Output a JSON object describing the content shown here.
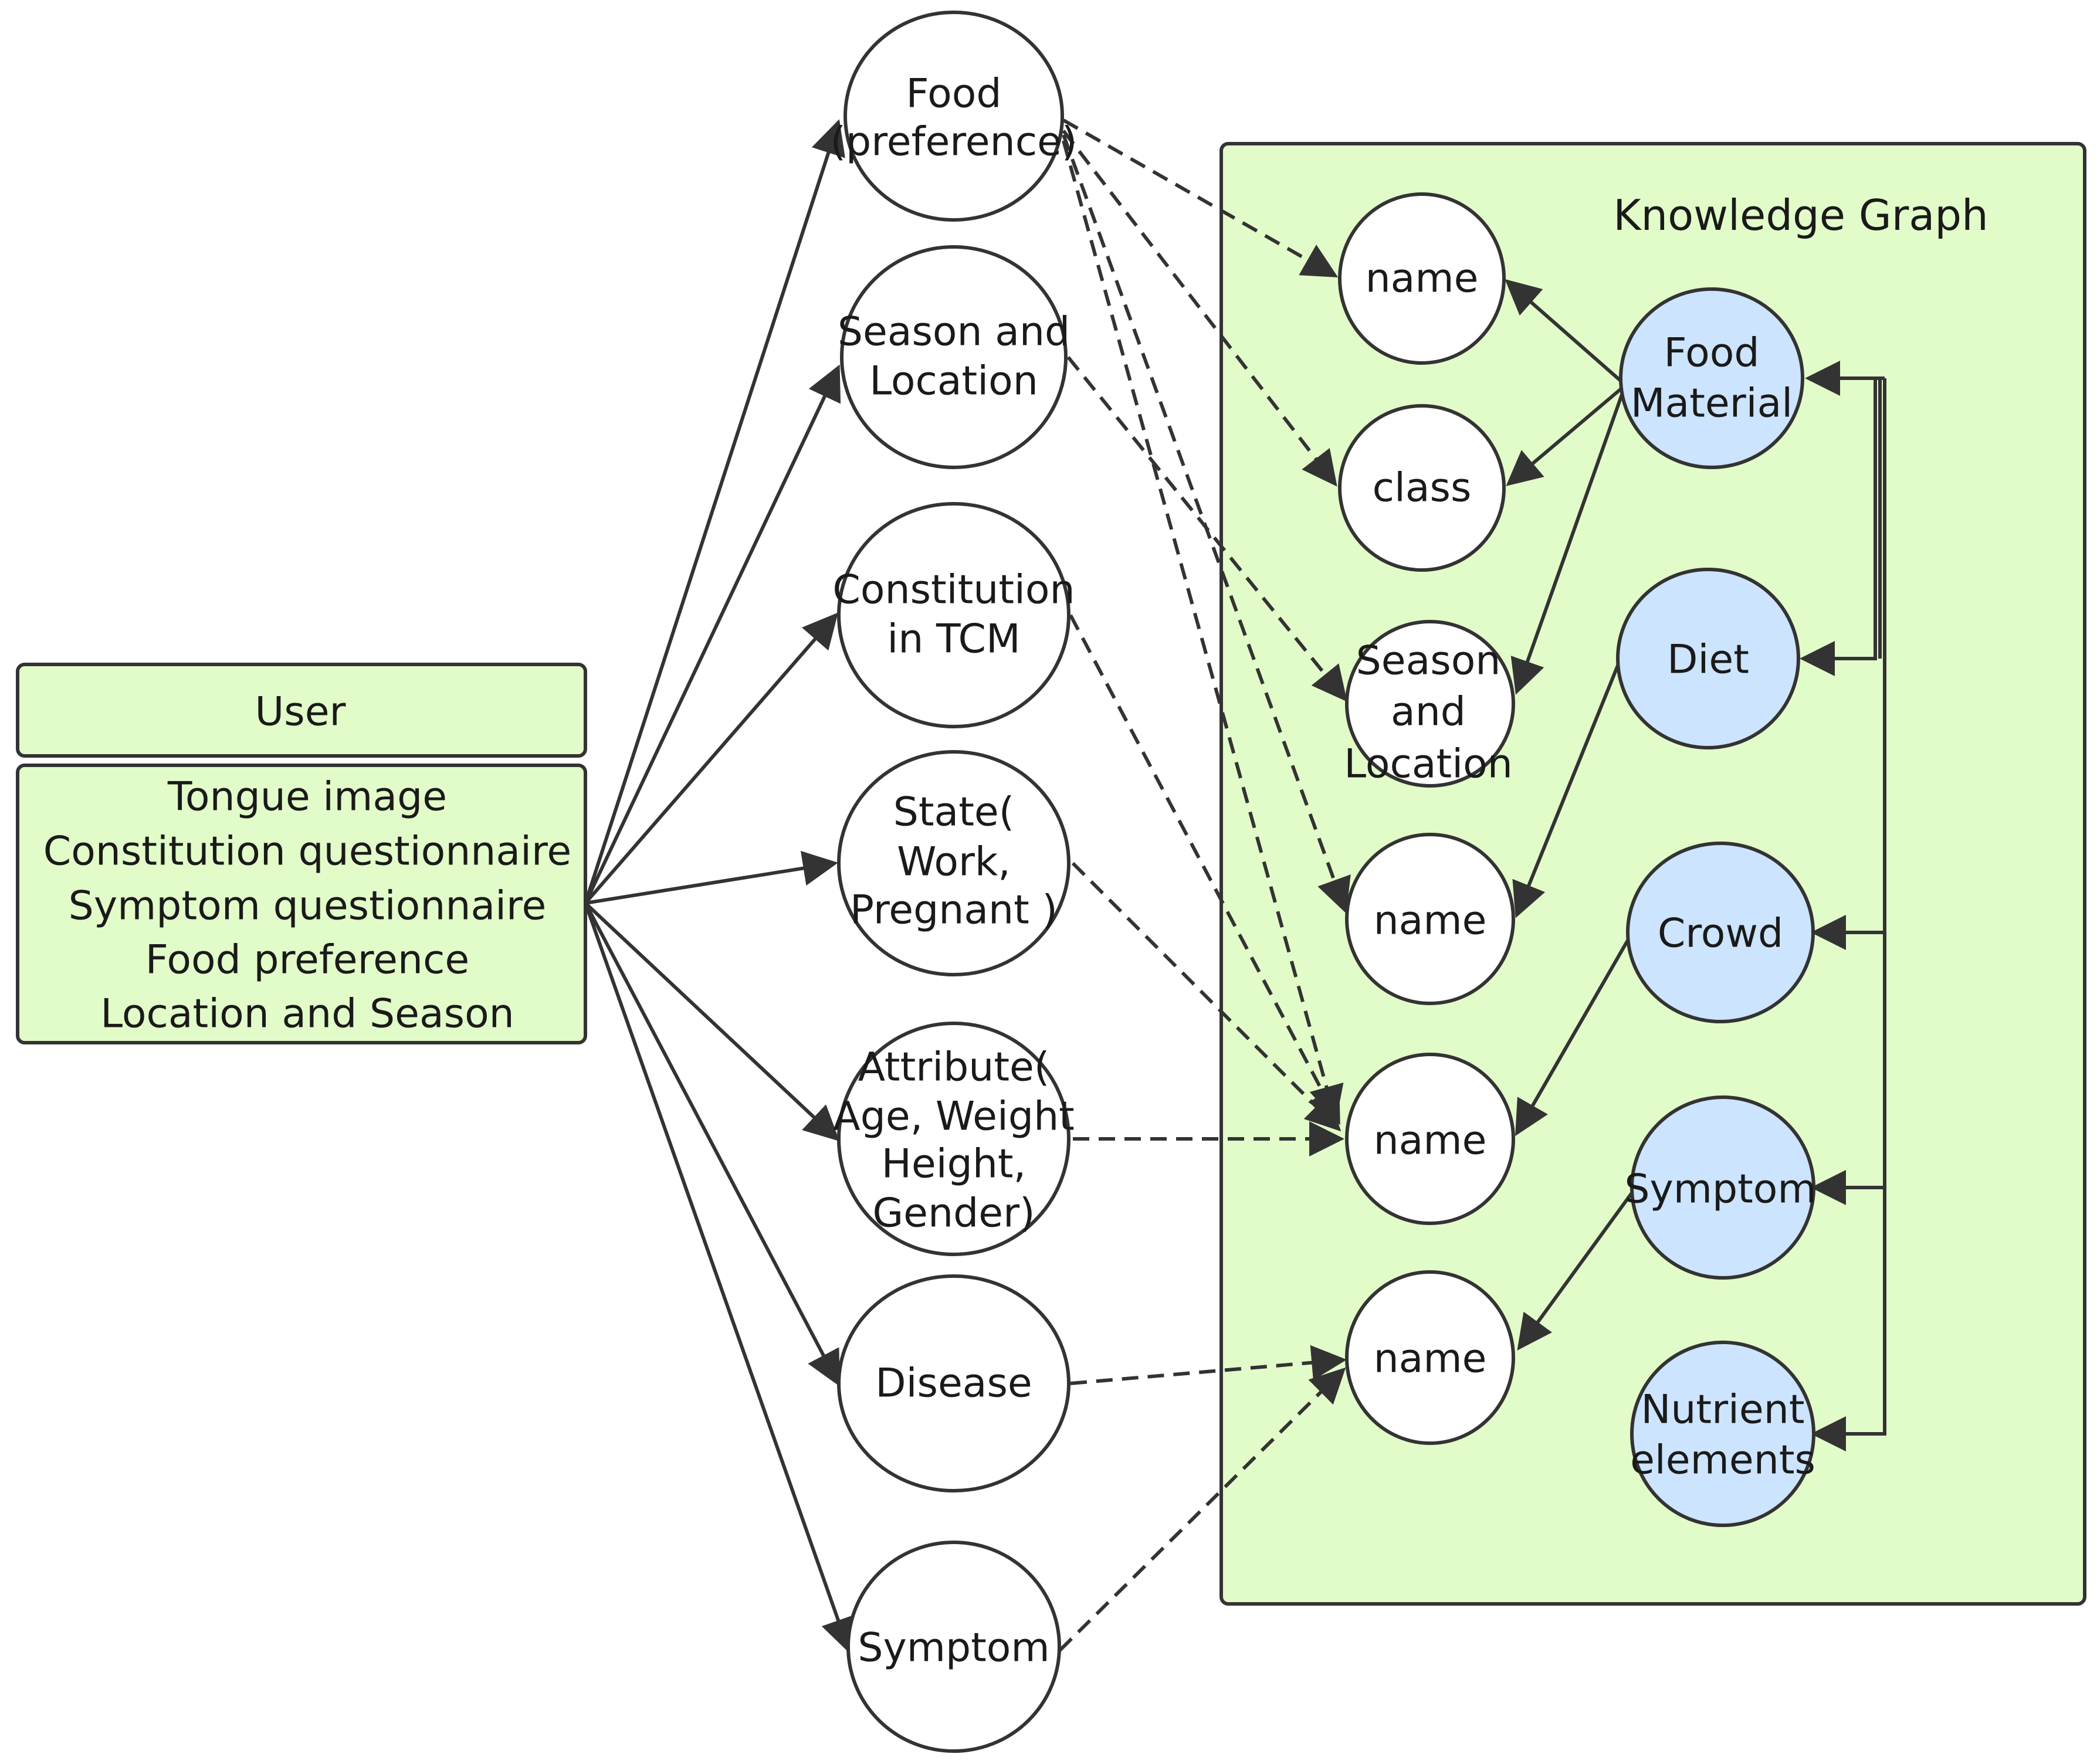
{
  "colors": {
    "green_fill": "#e2fcc9",
    "blue_fill": "#cce4fe",
    "stroke": "#333333",
    "white": "#ffffff"
  },
  "user_panel": {
    "title": "User",
    "inputs": [
      "Tongue image",
      "Constitution questionnaire",
      "Symptom questionnaire",
      "Food preference",
      "Location and Season"
    ]
  },
  "middle_nodes": [
    {
      "id": "food-preference",
      "lines": [
        "Food",
        "(preference)"
      ]
    },
    {
      "id": "season-location",
      "lines": [
        "Season and",
        "Location"
      ]
    },
    {
      "id": "constitution",
      "lines": [
        "Constitution",
        "in TCM"
      ]
    },
    {
      "id": "state",
      "lines": [
        "State(",
        "Work,",
        "Pregnant )"
      ]
    },
    {
      "id": "attribute",
      "lines": [
        "Attribute(",
        "Age, Weight",
        "Height,",
        "Gender)"
      ]
    },
    {
      "id": "disease",
      "lines": [
        "Disease"
      ]
    },
    {
      "id": "symptom",
      "lines": [
        "Symptom"
      ]
    }
  ],
  "knowledge_graph": {
    "title": "Knowledge Graph",
    "property_nodes": [
      {
        "id": "prop-name-1",
        "lines": [
          "name"
        ]
      },
      {
        "id": "prop-class",
        "lines": [
          "class"
        ]
      },
      {
        "id": "prop-season",
        "lines": [
          "Season",
          "and",
          "Location"
        ]
      },
      {
        "id": "prop-name-2",
        "lines": [
          "name"
        ]
      },
      {
        "id": "prop-name-3",
        "lines": [
          "name"
        ]
      },
      {
        "id": "prop-name-4",
        "lines": [
          "name"
        ]
      }
    ],
    "entity_nodes": [
      {
        "id": "food-material",
        "lines": [
          "Food",
          "Material"
        ]
      },
      {
        "id": "diet",
        "lines": [
          "Diet"
        ]
      },
      {
        "id": "crowd",
        "lines": [
          "Crowd"
        ]
      },
      {
        "id": "kg-symptom",
        "lines": [
          "Symptom"
        ]
      },
      {
        "id": "nutrient",
        "lines": [
          "Nutrient",
          "elements"
        ]
      }
    ]
  }
}
